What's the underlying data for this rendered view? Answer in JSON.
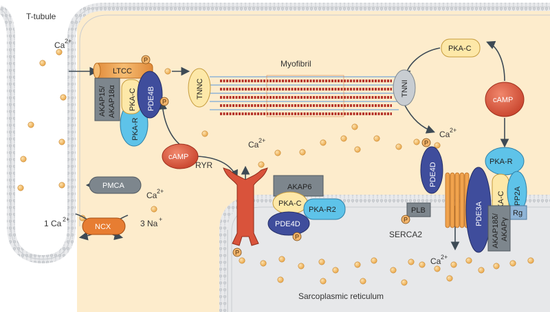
{
  "labels": {
    "t_tubule": "T-tubule",
    "myofibril": "Myofibril",
    "sarcoplasmic_reticulum": "Sarcoplasmic reticulum",
    "ca_ext": "Ca",
    "ca_sup": "2+",
    "ryr": "RYR",
    "serca2": "SERCA2",
    "one_ca": "1 Ca",
    "three_na": "3 Na",
    "na_sup": "+",
    "phospho": "P"
  },
  "proteins": {
    "ltcc": "LTCC",
    "akap15_line1": "AKAP15/",
    "akap15_line2": "AKAP18α",
    "pka_c": "PKA-C",
    "pka_r": "PKA-R",
    "pde4b": "PDE4B",
    "tnnc": "TNNC",
    "tnni": "TNNI",
    "camp": "cAMP",
    "pmca": "PMCA",
    "ncx": "NCX",
    "akap6": "AKAP6",
    "pka_r2": "PKA-R2",
    "pde4d": "PDE4D",
    "pde3a": "PDE3A",
    "pp2a": "PP2A",
    "rg": "Rg",
    "akap18d_line1": "AKAP18δ/",
    "akap18d_line2": "AKAPγ",
    "plb": "PLB"
  },
  "colors": {
    "cytosol": "#fbe3b8",
    "membrane": "#d5d7da",
    "ca_ion": "#f3b964",
    "orange_protein": "#f0a34e",
    "pka_c": "#fde8a8",
    "pka_r": "#5ec3e9",
    "pde": "#3f4d9c",
    "camp": "#dc5a40",
    "grey_protein": "#7d868d",
    "myofibril": "#c0392b",
    "thin_filament": "#8fb4d6"
  }
}
